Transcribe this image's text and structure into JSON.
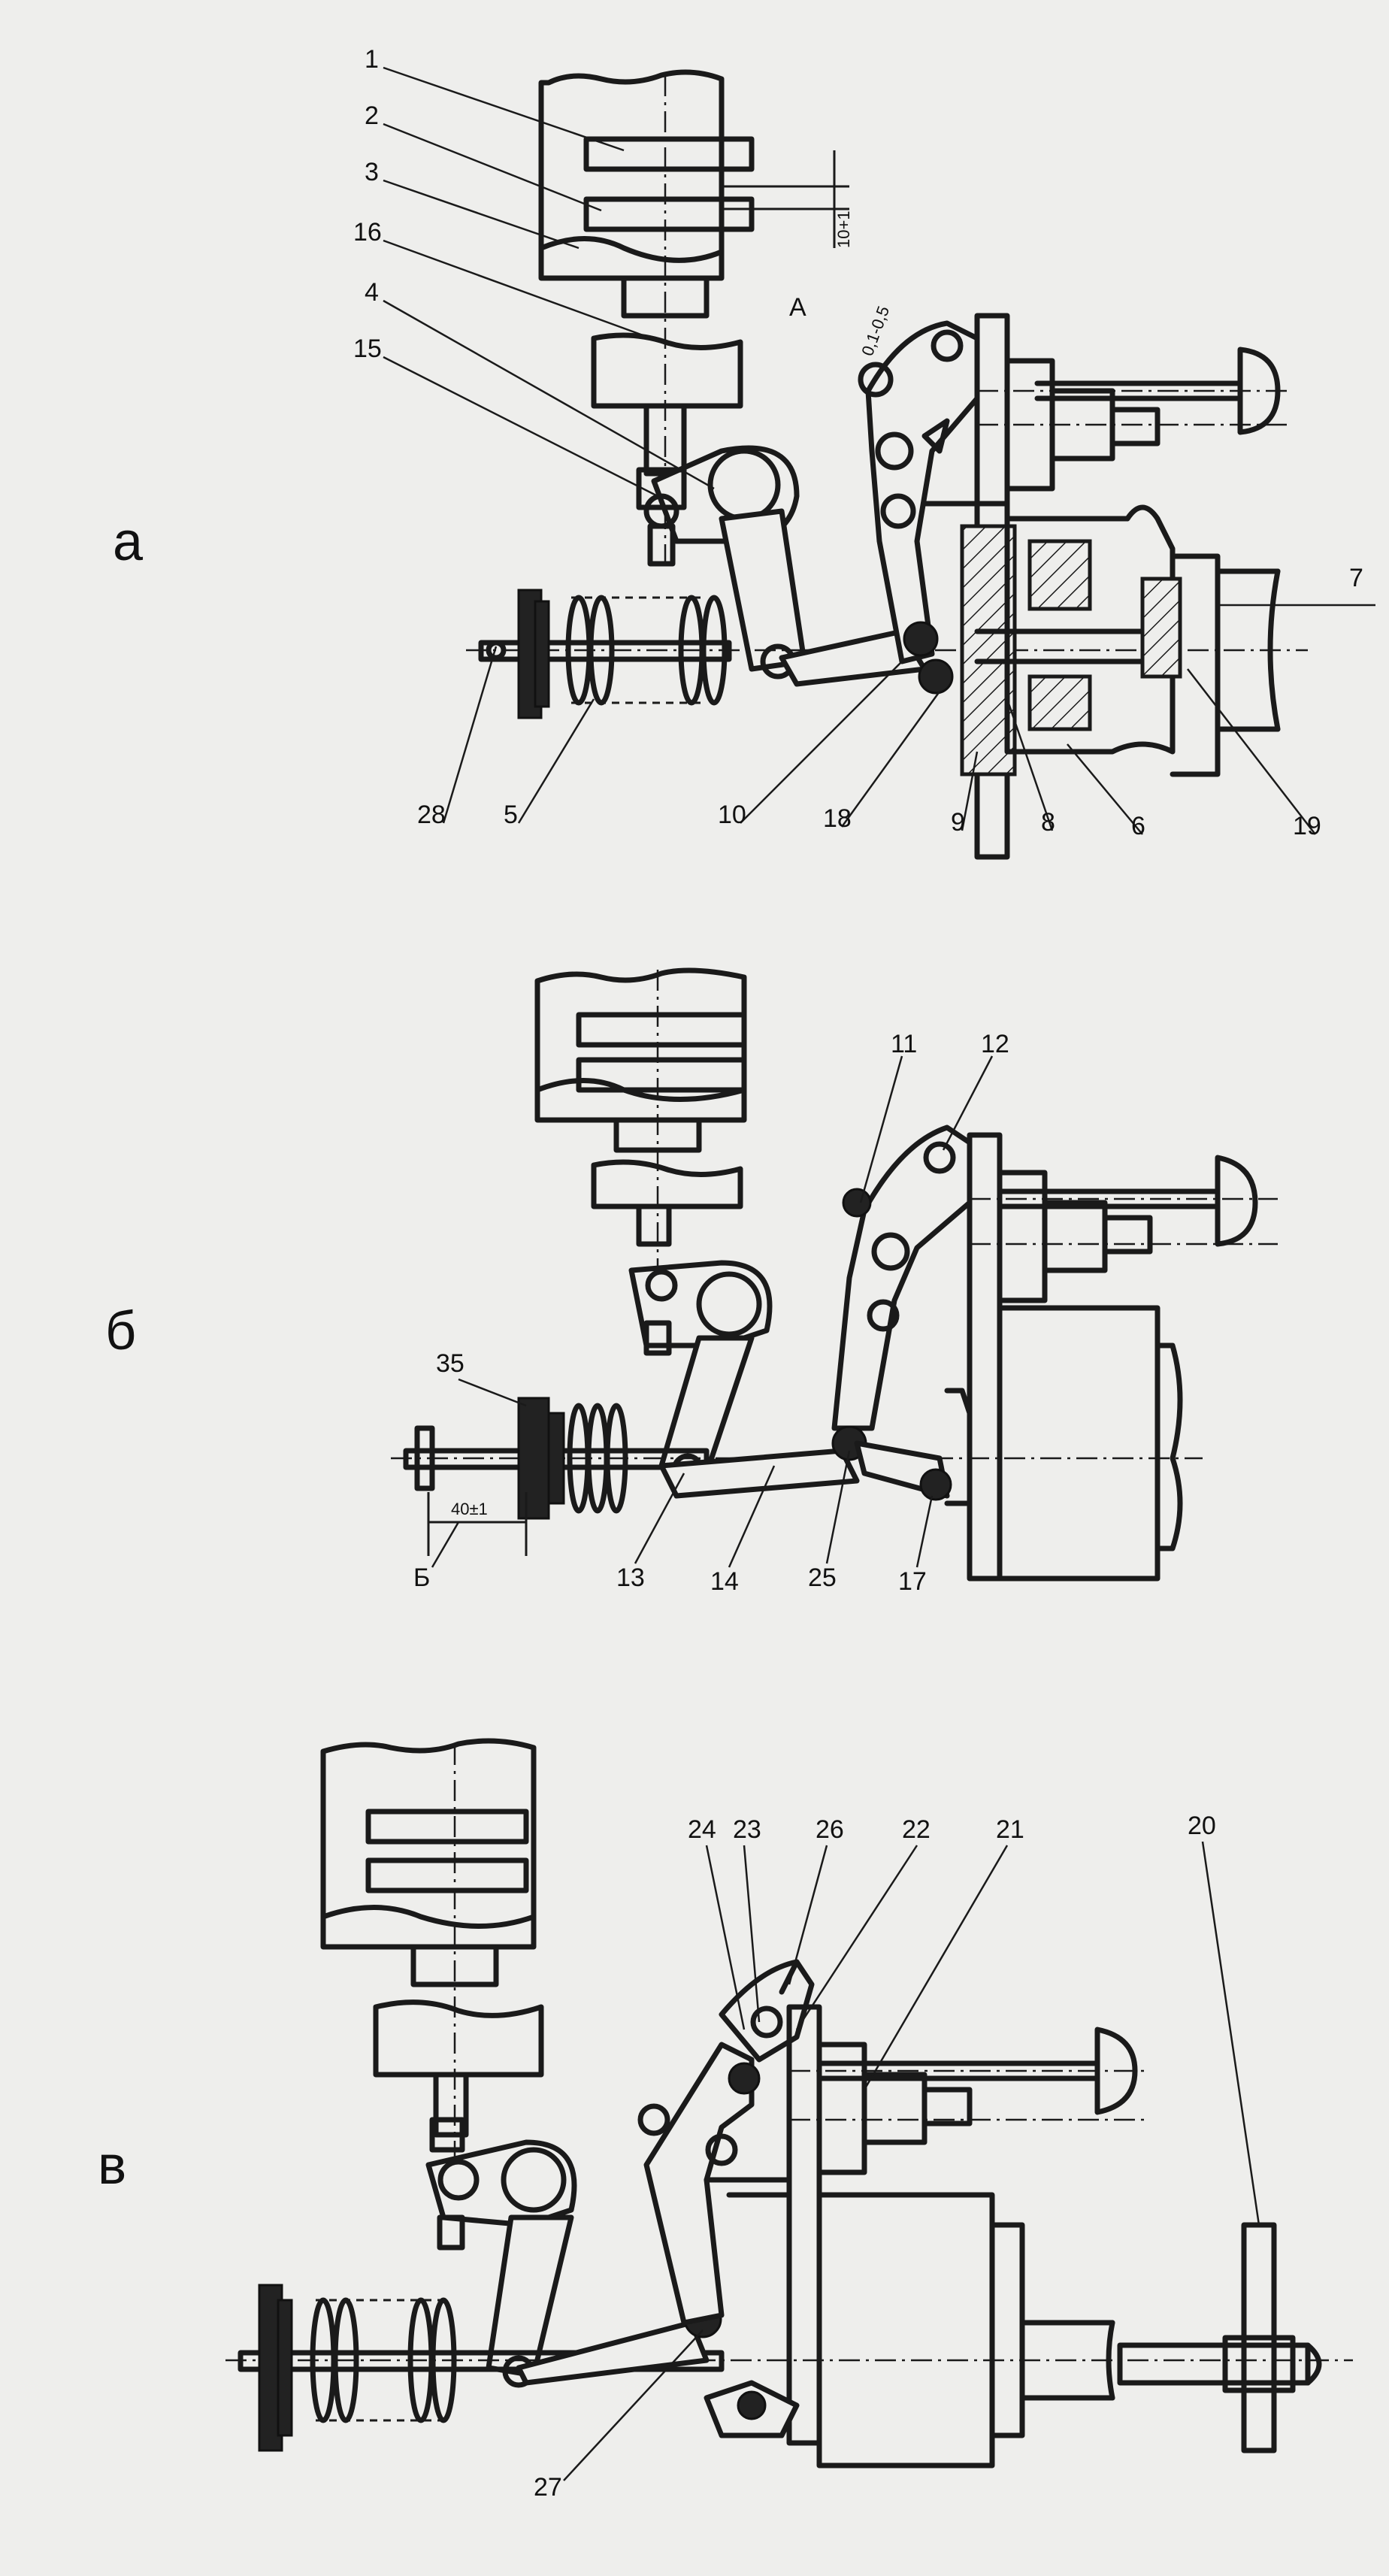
{
  "views": [
    {
      "id": "a",
      "label": "а"
    },
    {
      "id": "b",
      "label": "б"
    },
    {
      "id": "v",
      "label": "в"
    }
  ],
  "view_a": {
    "callouts": [
      "1",
      "2",
      "3",
      "16",
      "4",
      "15",
      "7",
      "28",
      "5",
      "10",
      "18",
      "9",
      "8",
      "6",
      "19"
    ],
    "letter_A": "А",
    "gap_label": "0,1-0,5",
    "dim_label": "10+1"
  },
  "view_b": {
    "callouts": [
      "11",
      "12",
      "35",
      "13",
      "14",
      "25",
      "17"
    ],
    "letter_B": "Б",
    "dim_label": "40±1"
  },
  "view_v": {
    "callouts": [
      "24",
      "23",
      "26",
      "22",
      "21",
      "20",
      "27"
    ]
  }
}
